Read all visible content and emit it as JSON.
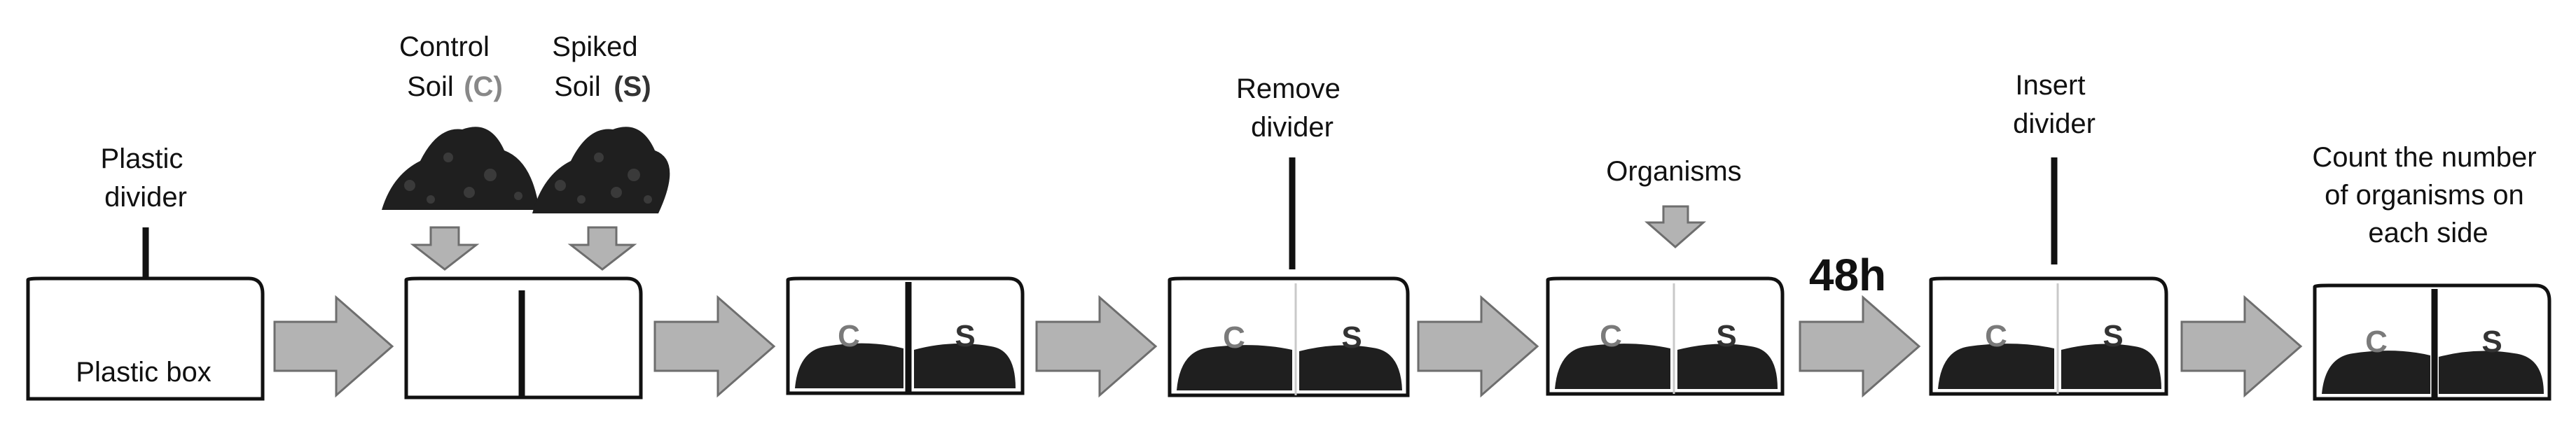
{
  "labels": {
    "plastic_divider": [
      "Plastic",
      "divider"
    ],
    "plastic_box": "Plastic box",
    "control_soil": [
      "Control",
      "Soil",
      "(C)"
    ],
    "spiked_soil": [
      "Spiked",
      "Soil",
      "(S)"
    ],
    "remove_divider": [
      "Remove",
      "divider"
    ],
    "organisms": "Organisms",
    "duration": "48h",
    "insert_divider": [
      "Insert",
      "divider"
    ],
    "count": [
      "Count the number",
      "of organisms on",
      "each side"
    ]
  },
  "letters": {
    "control": "C",
    "spiked": "S"
  },
  "colors": {
    "control_letter": "#7a7a7a",
    "spiked_letter": "#333333",
    "arrow_fill": "#b3b3b3",
    "outline": "#111111"
  }
}
